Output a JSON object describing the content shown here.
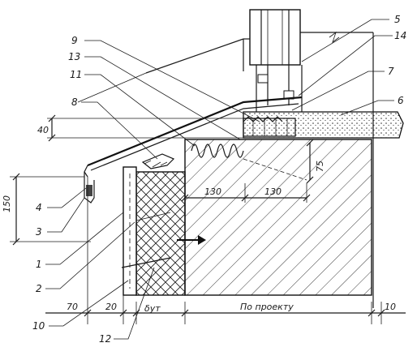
{
  "labels": {
    "n1": "1",
    "n2": "2",
    "n3": "3",
    "n4": "4",
    "n5": "5",
    "n6": "6",
    "n7": "7",
    "n8": "8",
    "n9": "9",
    "n10": "10",
    "n11": "11",
    "n12": "12",
    "n13": "13",
    "n14": "14"
  },
  "dimensions": {
    "d40": "40",
    "d150": "150",
    "d130a": "130",
    "d130b": "130",
    "d75": "75",
    "d70": "70",
    "d20": "20",
    "dyt": "δут",
    "dproject": "По проекту",
    "d10": "10"
  }
}
